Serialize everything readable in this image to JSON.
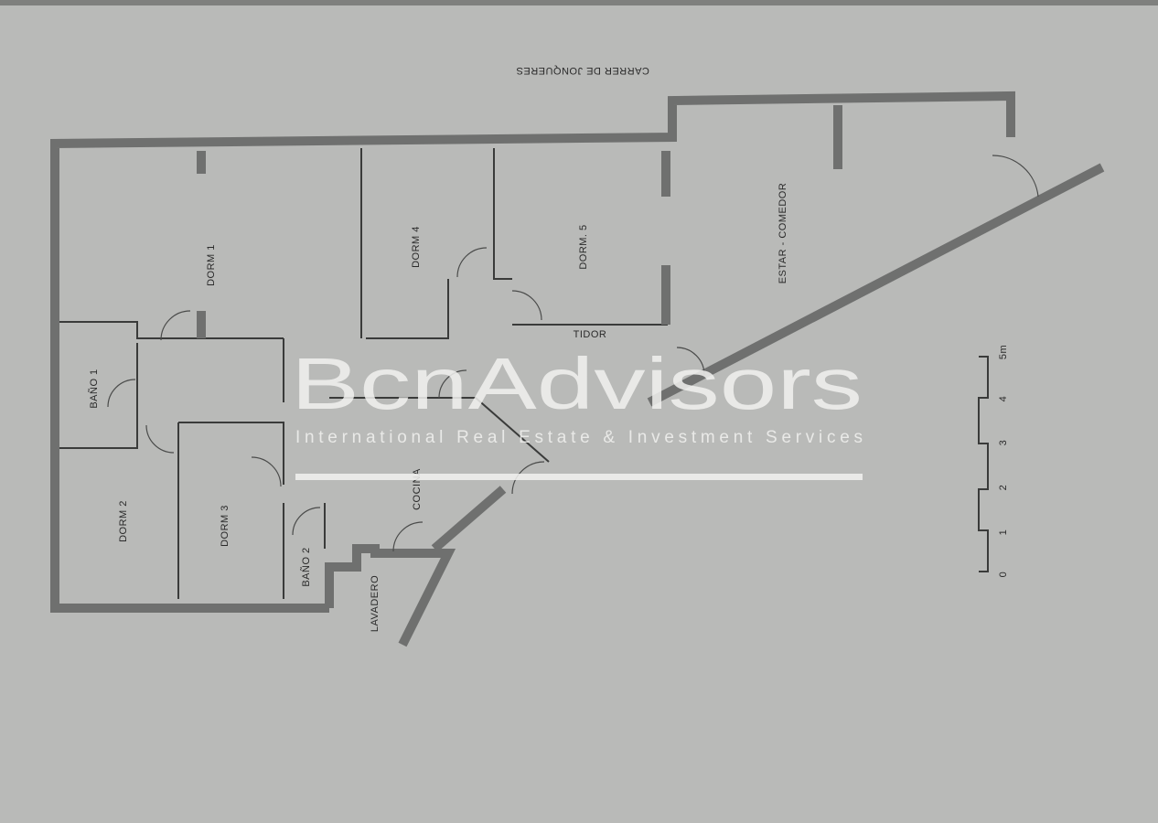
{
  "street": "CARRER DE JONQUERES",
  "rooms": {
    "dorm1": "DORM 1",
    "dorm2": "DORM 2",
    "dorm3": "DORM 3",
    "dorm4": "DORM 4",
    "dorm5": "DORM. 5",
    "estar": "ESTAR - COMEDOR",
    "bano1": "BAÑO 1",
    "bano2": "BAÑO 2",
    "cocina": "COCINA",
    "lavadero": "LAVADERO",
    "recibidor": "TIDOR"
  },
  "scale": {
    "labels": [
      "0",
      "1",
      "2",
      "3",
      "4",
      "5m"
    ]
  },
  "watermark": {
    "brand": "BcnAdvisors",
    "tagline": "International Real Estate & Investment Services"
  },
  "colors": {
    "paper": "#b9bab8",
    "wall": "#6f706f",
    "watermark": "#f2f2f0"
  }
}
